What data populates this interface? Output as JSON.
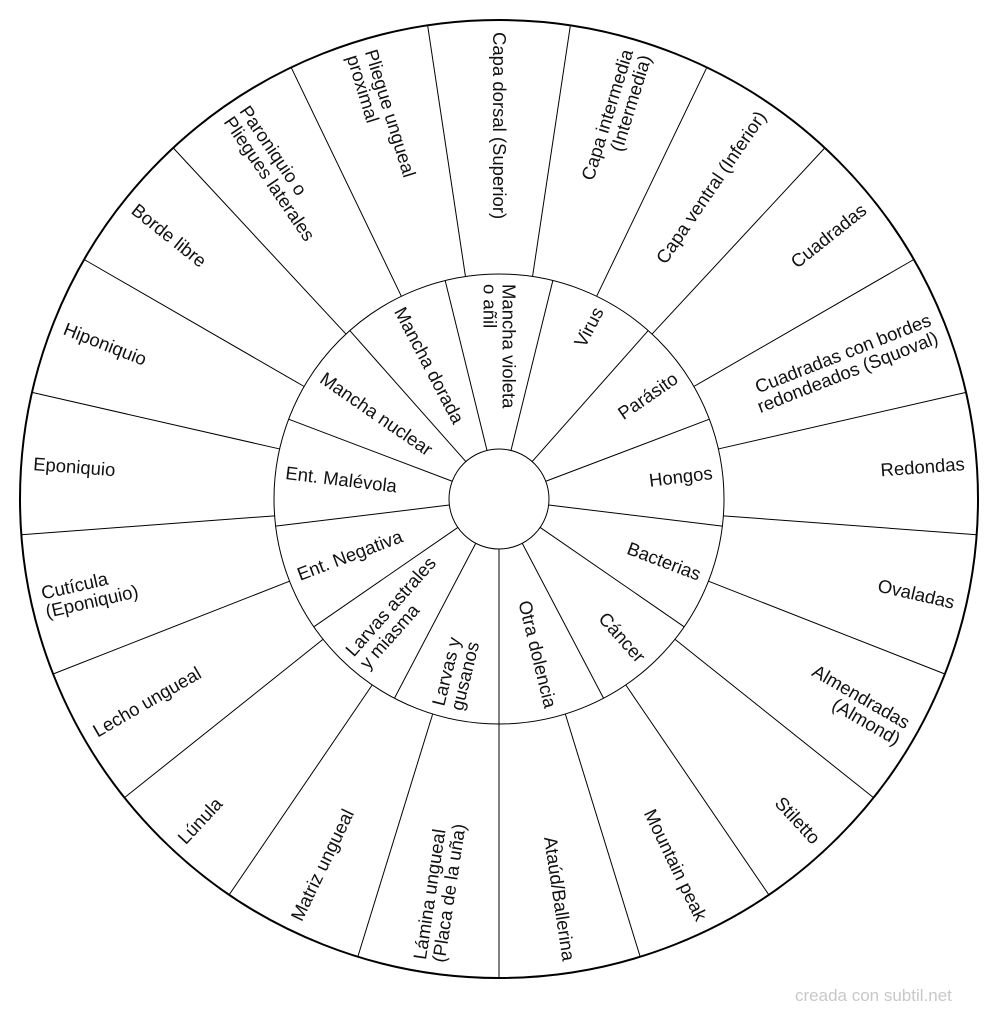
{
  "outer_ring": [
    "Capa dorsal (Superior)",
    "Capa intermedia\n(Intermedia)",
    "Capa ventral (Inferior)",
    "Cuadradas",
    "Cuadradas con bordes\nredondeados (Squoval)",
    "Redondas",
    "Ovaladas",
    "Almendradas\n(Almond)",
    "Stiletto",
    "Mountain peak",
    "Ataúd/Ballerina",
    "Lámina ungueal\n(Placa de la uña)",
    "Matriz ungueal",
    "Lúnula",
    "Lecho ungueal",
    "Cutícula\n(Eponiquio)",
    "Eponiquio",
    "Hiponiquio",
    "Borde libre",
    "Paroniquio o\nPliegues laterales",
    "Pliegue ungueal\nproximal"
  ],
  "inner_ring": [
    "Mancha violeta\no añil",
    "Virus",
    "Parásito",
    "Hongos",
    "Bacterias",
    "Cáncer",
    "Otra dolencia",
    "Larvas y\ngusanos",
    "Larvas astrales\ny miasma",
    "Ent. Negativa",
    "Ent. Malévola",
    "Mancha nuclear",
    "Mancha dorada"
  ],
  "watermark": "creada con subtil.net"
}
